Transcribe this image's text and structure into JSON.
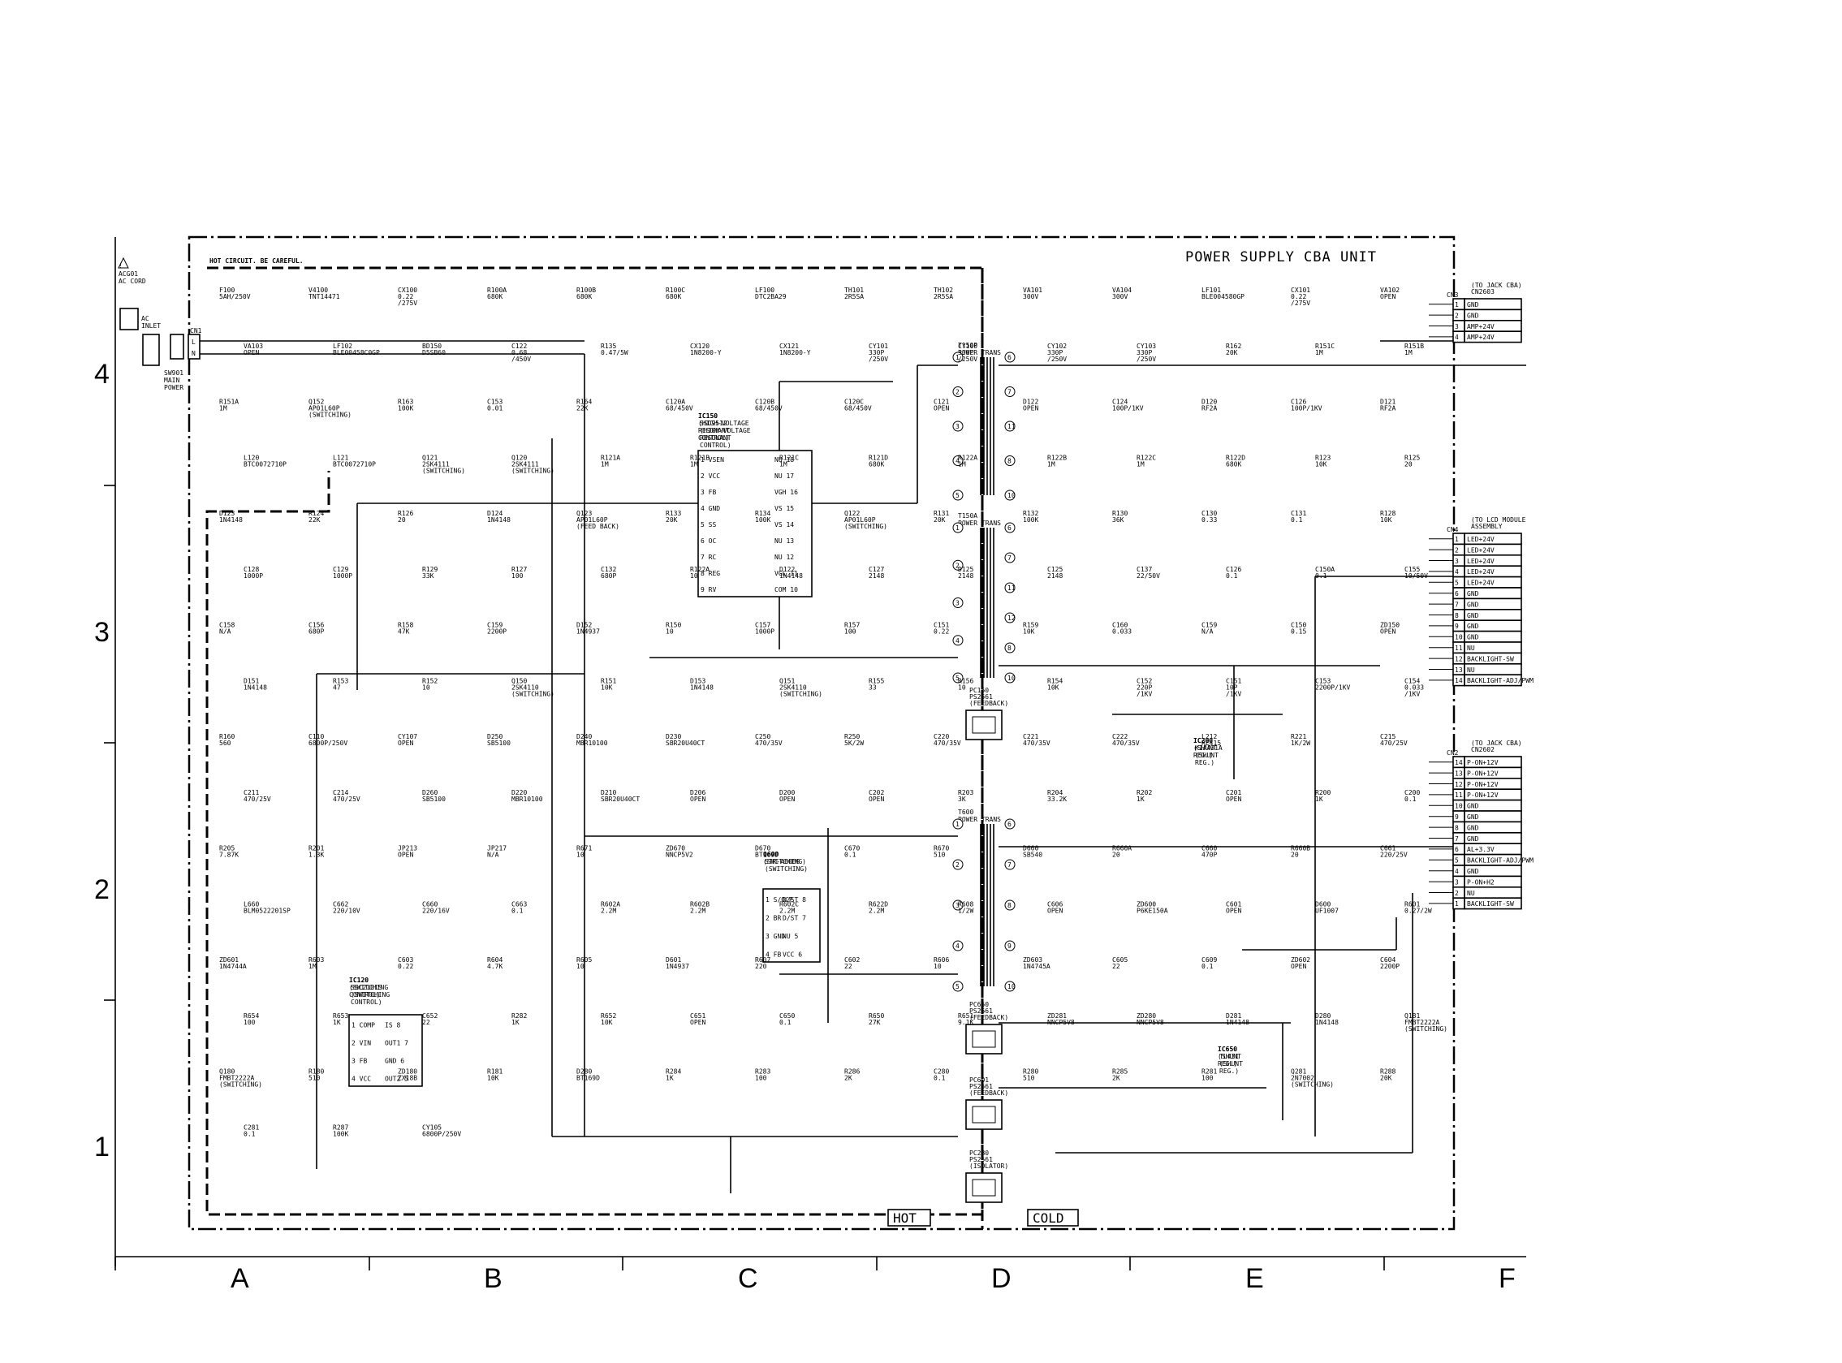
{
  "title": "POWER SUPPLY CBA UNIT",
  "hot_note": "HOT CIRCUIT. BE CAREFUL.",
  "zones": {
    "hot": "HOT",
    "cold": "COLD"
  },
  "grid": {
    "columns": [
      "A",
      "B",
      "C",
      "D",
      "E",
      "F"
    ],
    "rows": [
      "4",
      "3",
      "2",
      "1"
    ]
  },
  "inlet": {
    "ac_cord": [
      "ACG01",
      "AC CORD"
    ],
    "inlet_label": [
      "AC",
      "INLET"
    ],
    "main_power": [
      "SW901",
      "MAIN",
      "POWER"
    ],
    "cn1": "CN1",
    "pins": [
      "L",
      "N"
    ]
  },
  "ics": [
    {
      "ref": "IC150",
      "lines": [
        "SSC9512",
        "(HIGH-VOLTAGE",
        " RESONANT",
        " CONTROL)"
      ],
      "left_pins": [
        "1 VSEN",
        "2 VCC",
        "3 FB",
        "4 GND",
        "5 SS",
        "6 OC",
        "7 RC",
        "8 REG",
        "9 RV"
      ],
      "right_pins": [
        "NU 18",
        "NU 17",
        "VGH 16",
        "VS 15",
        "VS 14",
        "NU 13",
        "NU 12",
        "VGL 11",
        "COM 10"
      ]
    },
    {
      "ref": "IC120",
      "lines": [
        "SSC2101S",
        "(SWITCHING",
        " CONTROL)"
      ],
      "left_pins": [
        "1 COMP",
        "2 VIN",
        "3 FB",
        "4 VCC"
      ],
      "right_pins": [
        "IS 8",
        "OUT1 7",
        "GND 6",
        "OUT2 5"
      ]
    },
    {
      "ref": "Q600",
      "lines": [
        "STR-A6069",
        "(SWITCHING)"
      ],
      "left_pins": [
        "1 S/OCP",
        "2 BR",
        "3 GND",
        "4 FB"
      ],
      "right_pins": [
        "D/ST 8",
        "D/ST 7",
        "NU 5",
        "VCC 6"
      ]
    },
    {
      "ref": "IC200",
      "lines": [
        "KIA431A",
        "(SHUNT",
        " REG.)"
      ]
    },
    {
      "ref": "IC650",
      "lines": [
        "TL431",
        "(SHUNT",
        " REG.)"
      ]
    }
  ],
  "transformers": [
    {
      "ref": "T150P",
      "name": "POWER TRANS",
      "pins_left": [
        "1",
        "2",
        "3",
        "4",
        "5"
      ],
      "pins_right": [
        "6",
        "7",
        "11",
        "8",
        "10"
      ]
    },
    {
      "ref": "T150A",
      "name": "POWER TRANS",
      "pins_left": [
        "1",
        "2",
        "3",
        "4",
        "5"
      ],
      "pins_right": [
        "6",
        "7",
        "11",
        "12",
        "8",
        "10"
      ]
    },
    {
      "ref": "T600",
      "name": "POWER TRANS",
      "pins_left": [
        "1",
        "2",
        "3",
        "4",
        "5"
      ],
      "pins_right": [
        "6",
        "7",
        "8",
        "9",
        "10"
      ]
    }
  ],
  "photocouplers": [
    {
      "ref": "PC150",
      "part": "PS2561",
      "role": "(FEEDBACK)"
    },
    {
      "ref": "PC650",
      "part": "PS2561",
      "role": "(FEEDBACK)"
    },
    {
      "ref": "PC601",
      "part": "PS2561",
      "role": "(FEEDBACK)"
    },
    {
      "ref": "PC280",
      "part": "PS2561",
      "role": "(ISOLATOR)"
    }
  ],
  "connectors": [
    {
      "ref": "CN3",
      "dest": [
        "(TO JACK CBA)",
        " CN2603"
      ],
      "pins": [
        [
          "1",
          "GND"
        ],
        [
          "2",
          "GND"
        ],
        [
          "3",
          "AMP+24V"
        ],
        [
          "4",
          "AMP+24V"
        ]
      ]
    },
    {
      "ref": "CN4",
      "dest": [
        "(TO LCD MODULE",
        " ASSEMBLY"
      ],
      "pins": [
        [
          "1",
          "LED+24V"
        ],
        [
          "2",
          "LED+24V"
        ],
        [
          "3",
          "LED+24V"
        ],
        [
          "4",
          "LED+24V"
        ],
        [
          "5",
          "LED+24V"
        ],
        [
          "6",
          "GND"
        ],
        [
          "7",
          "GND"
        ],
        [
          "8",
          "GND"
        ],
        [
          "9",
          "GND"
        ],
        [
          "10",
          "GND"
        ],
        [
          "11",
          "NU"
        ],
        [
          "12",
          "BACKLIGHT-SW"
        ],
        [
          "13",
          "NU"
        ],
        [
          "14",
          "BACKLIGHT-ADJ/PWM"
        ]
      ]
    },
    {
      "ref": "CN2",
      "dest": [
        "(TO JACK CBA)",
        " CN2602"
      ],
      "pins": [
        [
          "14",
          "P-ON+12V"
        ],
        [
          "13",
          "P-ON+12V"
        ],
        [
          "12",
          "P-ON+12V"
        ],
        [
          "11",
          "P-ON+12V"
        ],
        [
          "10",
          "GND"
        ],
        [
          "9",
          "GND"
        ],
        [
          "8",
          "GND"
        ],
        [
          "7",
          "GND"
        ],
        [
          "6",
          "AL+3.3V"
        ],
        [
          "5",
          "BACKLIGHT-ADJ/PWM"
        ],
        [
          "4",
          "GND"
        ],
        [
          "3",
          "P-ON+H2"
        ],
        [
          "2",
          "NU"
        ],
        [
          "1",
          "BACKLIGHT-SW"
        ]
      ]
    }
  ],
  "labels": [
    [
      "F100",
      "5AH/250V"
    ],
    [
      "V4100",
      "TNT14471"
    ],
    [
      "CX100",
      "0.22",
      "/275V"
    ],
    [
      "R100A",
      "680K"
    ],
    [
      "R100B",
      "680K"
    ],
    [
      "R100C",
      "680K"
    ],
    [
      "LF100",
      "DTC2BA29"
    ],
    [
      "TH101",
      "2R5SA"
    ],
    [
      "TH102",
      "2R5SA"
    ],
    [
      "VA101",
      "300V"
    ],
    [
      "VA104",
      "300V"
    ],
    [
      "LF101",
      "BLE004580GP"
    ],
    [
      "CX101",
      "0.22",
      "/275V"
    ],
    [
      "VA102",
      "OPEN"
    ],
    [
      "VA103",
      "OPEN"
    ],
    [
      "LF102",
      "BLE00458C0GP"
    ],
    [
      "BD150",
      "D5SB60"
    ],
    [
      "C122",
      "0.68",
      "/450V"
    ],
    [
      "R135",
      "0.47/5W"
    ],
    [
      "CX120",
      "1N8200-Y"
    ],
    [
      "CX121",
      "1N8200-Y"
    ],
    [
      "CY101",
      "330P",
      "/250V"
    ],
    [
      "CY100",
      "330P",
      "/250V"
    ],
    [
      "CY102",
      "330P",
      "/250V"
    ],
    [
      "CY103",
      "330P",
      "/250V"
    ],
    [
      "R162",
      "20K"
    ],
    [
      "R151C",
      "1M"
    ],
    [
      "R151B",
      "1M"
    ],
    [
      "R151A",
      "1M"
    ],
    [
      "Q152",
      "AP01L60P",
      "(SWITCHING)"
    ],
    [
      "R163",
      "100K"
    ],
    [
      "C153",
      "0.01"
    ],
    [
      "R164",
      "22K"
    ],
    [
      "C120A",
      "68/450V"
    ],
    [
      "C120B",
      "68/450V"
    ],
    [
      "C120C",
      "68/450V"
    ],
    [
      "C121",
      "OPEN"
    ],
    [
      "D122",
      "OPEN"
    ],
    [
      "C124",
      "100P/1KV"
    ],
    [
      "D120",
      "RF2A"
    ],
    [
      "C126",
      "100P/1KV"
    ],
    [
      "D121",
      "RF2A"
    ],
    [
      "L120",
      "BTC0072710P"
    ],
    [
      "L121",
      "BTC0072710P"
    ],
    [
      "Q121",
      "2SK4111",
      "(SWITCHING)"
    ],
    [
      "Q120",
      "2SK4111",
      "(SWITCHING)"
    ],
    [
      "R121A",
      "1M"
    ],
    [
      "R121B",
      "1M"
    ],
    [
      "R121C",
      "1M"
    ],
    [
      "R121D",
      "680K"
    ],
    [
      "R122A",
      "1M"
    ],
    [
      "R122B",
      "1M"
    ],
    [
      "R122C",
      "1M"
    ],
    [
      "R122D",
      "680K"
    ],
    [
      "R123",
      "10K"
    ],
    [
      "R125",
      "20"
    ],
    [
      "D123",
      "1N4148"
    ],
    [
      "R124",
      "22K"
    ],
    [
      "R126",
      "20"
    ],
    [
      "D124",
      "1N4148"
    ],
    [
      "Q123",
      "AP01L60P",
      "(FEED BACK)"
    ],
    [
      "R133",
      "20K"
    ],
    [
      "R134",
      "100K"
    ],
    [
      "Q122",
      "AP01L60P",
      "(SWITCHING)"
    ],
    [
      "R131",
      "20K"
    ],
    [
      "R132",
      "100K"
    ],
    [
      "R130",
      "36K"
    ],
    [
      "C130",
      "0.33"
    ],
    [
      "C131",
      "0.1"
    ],
    [
      "R128",
      "10K"
    ],
    [
      "C128",
      "1000P"
    ],
    [
      "C129",
      "1000P"
    ],
    [
      "R129",
      "33K"
    ],
    [
      "R127",
      "100"
    ],
    [
      "C132",
      "680P"
    ],
    [
      "R122A",
      "10"
    ],
    [
      "D122",
      "1N4148"
    ],
    [
      "C127",
      "2148"
    ],
    [
      "D125",
      "2148"
    ],
    [
      "C125",
      "2148"
    ],
    [
      "C137",
      "22/50V"
    ],
    [
      "C126",
      "0.1"
    ],
    [
      "C150A",
      "0.1"
    ],
    [
      "C155",
      "10/50V"
    ],
    [
      "C158",
      "N/A"
    ],
    [
      "C156",
      "680P"
    ],
    [
      "R158",
      "47K"
    ],
    [
      "C159",
      "2200P"
    ],
    [
      "D152",
      "1N4937"
    ],
    [
      "R150",
      "10"
    ],
    [
      "C157",
      "1000P"
    ],
    [
      "R157",
      "100"
    ],
    [
      "C151",
      "0.22"
    ],
    [
      "R159",
      "10K"
    ],
    [
      "C160",
      "0.033"
    ],
    [
      "C159",
      "N/A"
    ],
    [
      "C150",
      "0.15"
    ],
    [
      "ZD150",
      "OPEN"
    ],
    [
      "D151",
      "1N4148"
    ],
    [
      "R153",
      "47"
    ],
    [
      "R152",
      "10"
    ],
    [
      "Q150",
      "2SK4110",
      "(SWITCHING)"
    ],
    [
      "R151",
      "10K"
    ],
    [
      "D153",
      "1N4148"
    ],
    [
      "Q151",
      "2SK4110",
      "(SWITCHING)"
    ],
    [
      "R155",
      "33"
    ],
    [
      "R156",
      "10"
    ],
    [
      "R154",
      "10K"
    ],
    [
      "C152",
      "220P",
      "/1KV"
    ],
    [
      "C151",
      "10P",
      "/1KV"
    ],
    [
      "C153",
      "2200P/1KV"
    ],
    [
      "C154",
      "0.033",
      "/1KV"
    ],
    [
      "R160",
      "560"
    ],
    [
      "C110",
      "6800P/250V"
    ],
    [
      "CY107",
      "OPEN"
    ],
    [
      "D250",
      "SB5100"
    ],
    [
      "D240",
      "MBR10100"
    ],
    [
      "D230",
      "SBR20U40CT"
    ],
    [
      "C250",
      "470/35V"
    ],
    [
      "R250",
      "5K/2W"
    ],
    [
      "C220",
      "470/35V"
    ],
    [
      "C221",
      "470/35V"
    ],
    [
      "C222",
      "470/35V"
    ],
    [
      "L212",
      "RE415"
    ],
    [
      "R221",
      "1K/2W"
    ],
    [
      "C215",
      "470/25V"
    ],
    [
      "C211",
      "470/25V"
    ],
    [
      "C214",
      "470/25V"
    ],
    [
      "D260",
      "SB5100"
    ],
    [
      "D220",
      "MBR10100"
    ],
    [
      "D210",
      "SBR20U40CT"
    ],
    [
      "D206",
      "OPEN"
    ],
    [
      "D200",
      "OPEN"
    ],
    [
      "C202",
      "OPEN"
    ],
    [
      "R203",
      "3K"
    ],
    [
      "R204",
      "33.2K"
    ],
    [
      "R202",
      "1K"
    ],
    [
      "C201",
      "OPEN"
    ],
    [
      "R200",
      "1K"
    ],
    [
      "C200",
      "0.1"
    ],
    [
      "R205",
      "7.87K"
    ],
    [
      "R201",
      "1.3K"
    ],
    [
      "JP213",
      "OPEN"
    ],
    [
      "JP217",
      "N/A"
    ],
    [
      "R671",
      "10"
    ],
    [
      "ZD670",
      "NNCP5V2"
    ],
    [
      "D670",
      "BT169D"
    ],
    [
      "C670",
      "0.1"
    ],
    [
      "R670",
      "510"
    ],
    [
      "D660",
      "SB540"
    ],
    [
      "R660A",
      "20"
    ],
    [
      "C660",
      "470P"
    ],
    [
      "R660B",
      "20"
    ],
    [
      "C661",
      "220/25V"
    ],
    [
      "L660",
      "BLM0522201SP"
    ],
    [
      "C662",
      "220/10V"
    ],
    [
      "C660",
      "220/16V"
    ],
    [
      "C663",
      "0.1"
    ],
    [
      "R602A",
      "2.2M"
    ],
    [
      "R602B",
      "2.2M"
    ],
    [
      "R602C",
      "2.2M"
    ],
    [
      "R622D",
      "2.2M"
    ],
    [
      "R608",
      "1/2W"
    ],
    [
      "C606",
      "OPEN"
    ],
    [
      "ZD600",
      "P6KE150A"
    ],
    [
      "C601",
      "OPEN"
    ],
    [
      "D600",
      "UF1007"
    ],
    [
      "R601",
      "0.27/2W"
    ],
    [
      "ZD601",
      "1N4744A"
    ],
    [
      "R603",
      "1M"
    ],
    [
      "C603",
      "0.22"
    ],
    [
      "R604",
      "4.7K"
    ],
    [
      "R605",
      "10"
    ],
    [
      "D601",
      "1N4937"
    ],
    [
      "R607",
      "220"
    ],
    [
      "C602",
      "22"
    ],
    [
      "R606",
      "10"
    ],
    [
      "ZD603",
      "1N4745A"
    ],
    [
      "C605",
      "22"
    ],
    [
      "C609",
      "0.1"
    ],
    [
      "ZD602",
      "OPEN"
    ],
    [
      "C604",
      "2200P"
    ],
    [
      "R654",
      "100"
    ],
    [
      "R653",
      "1K"
    ],
    [
      "C652",
      "22"
    ],
    [
      "R282",
      "1K"
    ],
    [
      "R652",
      "10K"
    ],
    [
      "C651",
      "OPEN"
    ],
    [
      "C650",
      "0.1"
    ],
    [
      "R650",
      "27K"
    ],
    [
      "R651",
      "9.1K"
    ],
    [
      "ZD281",
      "NNCP5V8"
    ],
    [
      "ZD280",
      "NNCP5V8"
    ],
    [
      "D281",
      "1N4148"
    ],
    [
      "D280",
      "1N4148"
    ],
    [
      "Q181",
      "FMBT2222A",
      "(SWITCHING)"
    ],
    [
      "Q180",
      "FMBT2222A",
      "(SWITCHING)"
    ],
    [
      "R180",
      "510"
    ],
    [
      "ZD180",
      "ZX18B"
    ],
    [
      "R181",
      "10K"
    ],
    [
      "D280",
      "BT169D"
    ],
    [
      "R284",
      "1K"
    ],
    [
      "R283",
      "100"
    ],
    [
      "R286",
      "2K"
    ],
    [
      "C280",
      "0.1"
    ],
    [
      "R280",
      "510"
    ],
    [
      "R285",
      "2K"
    ],
    [
      "R281",
      "100"
    ],
    [
      "Q281",
      "2N7002",
      "(SWITCHING)"
    ],
    [
      "R288",
      "20K"
    ],
    [
      "C281",
      "0.1"
    ],
    [
      "R287",
      "100K"
    ],
    [
      "CY105",
      "6800P/250V"
    ]
  ]
}
